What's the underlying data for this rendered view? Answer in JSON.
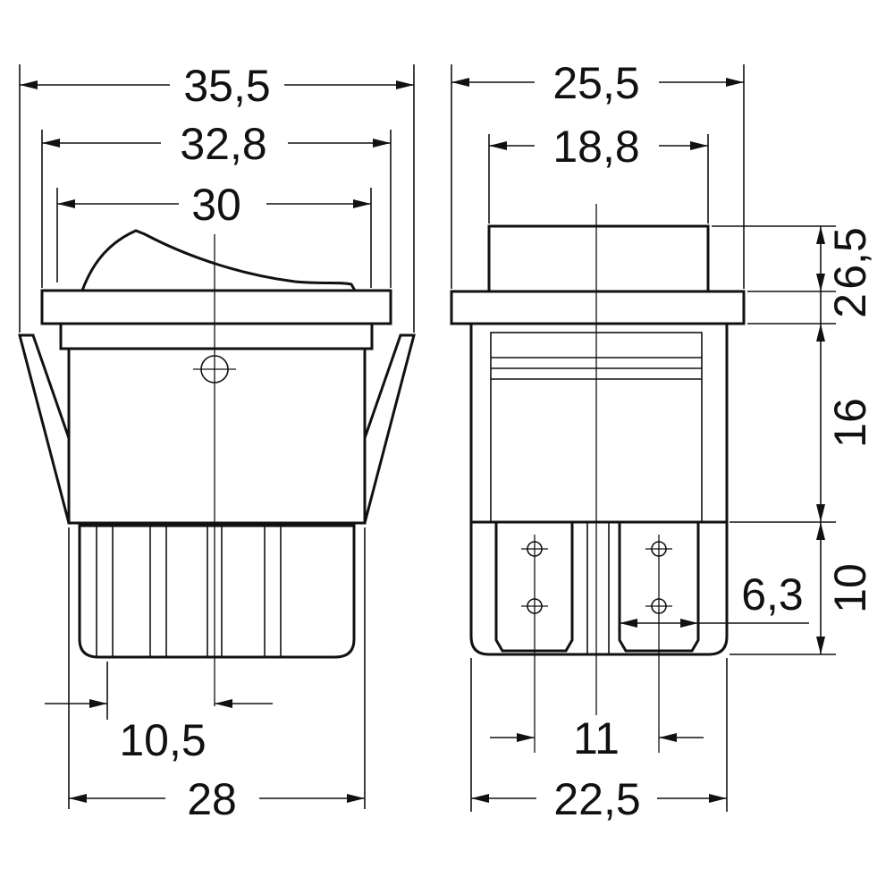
{
  "front_view": {
    "overall_width": "35,5",
    "bezel_width": "32,8",
    "rocker_width": "30",
    "terminal_pitch": "10,5",
    "body_width": "28"
  },
  "side_view": {
    "overall_width": "25,5",
    "rocker_width": "18,8",
    "rocker_height": "6,5",
    "bezel_thickness": "2",
    "body_height": "16",
    "terminal_length": "10",
    "terminal_width": "6,3",
    "terminal_pitch": "11",
    "body_depth": "22,5"
  }
}
